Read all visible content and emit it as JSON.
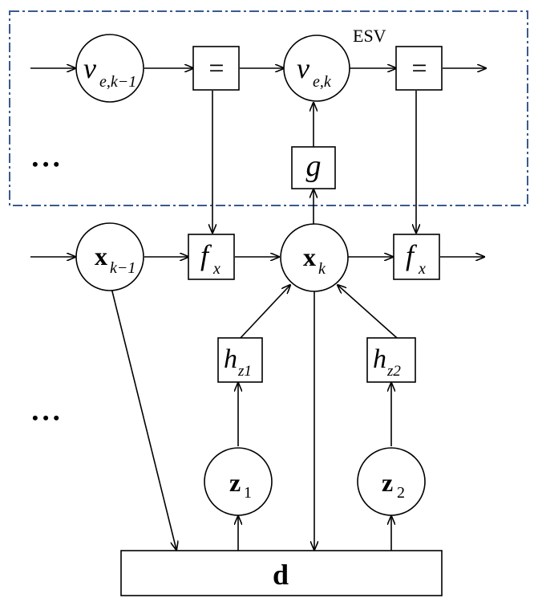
{
  "esv_label": "ESV",
  "ellipsis": "• • •",
  "nodes": {
    "v_prev": {
      "base": "v",
      "sub": "e,k−1"
    },
    "v_curr": {
      "base": "v",
      "sub": "e,k"
    },
    "x_prev": {
      "base": "x",
      "sub": "k−1"
    },
    "x_curr": {
      "base": "x",
      "sub": "k"
    },
    "z1": {
      "base": "z",
      "sub": "1"
    },
    "z2": {
      "base": "z",
      "sub": "2"
    }
  },
  "boxes": {
    "eq1": "=",
    "eq2": "=",
    "g": "g",
    "fx1": {
      "base": "f",
      "sub": "x"
    },
    "fx2": {
      "base": "f",
      "sub": "x"
    },
    "hz1": {
      "base": "h",
      "sub": "z1"
    },
    "hz2": {
      "base": "h",
      "sub": "z2"
    },
    "d": "d"
  }
}
